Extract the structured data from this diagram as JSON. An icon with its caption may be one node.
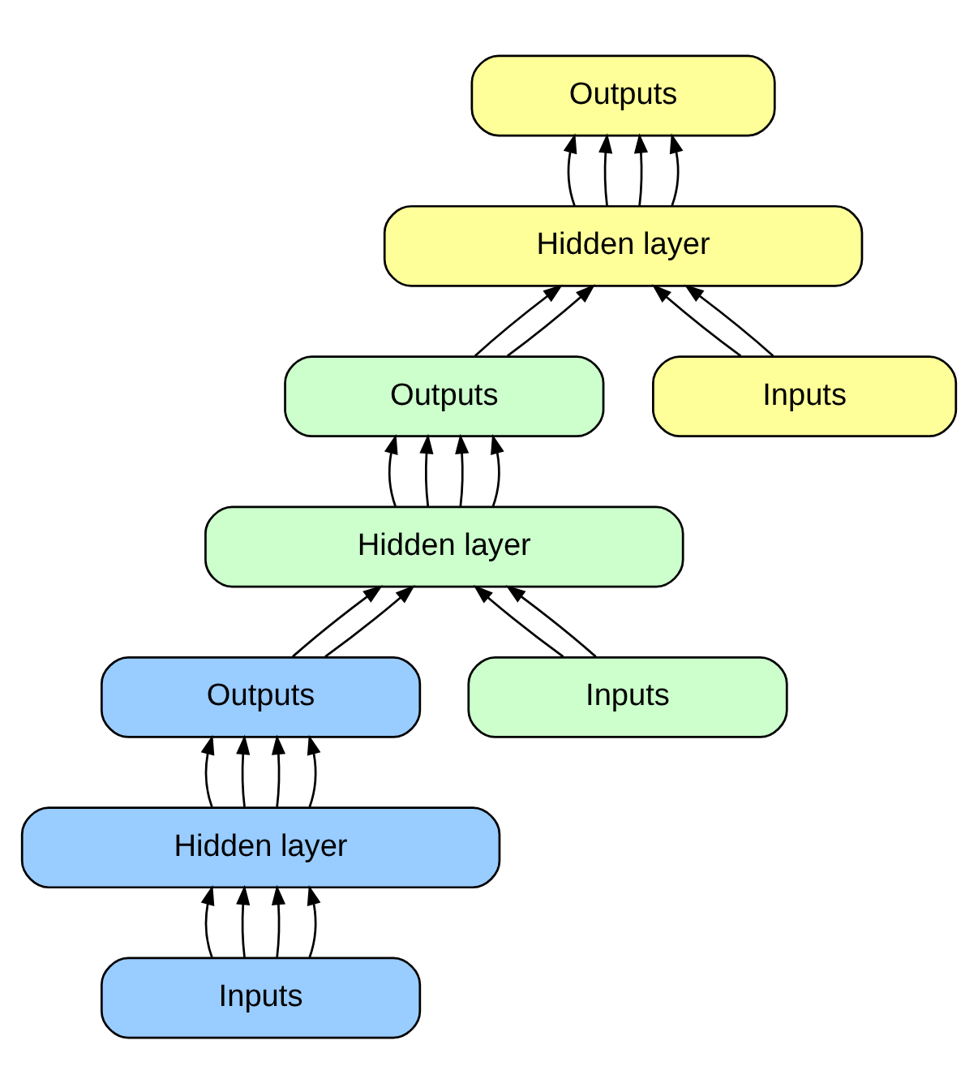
{
  "diagram": {
    "nodes": [
      {
        "text": [
          "Outputs"
        ]
      },
      {
        "text": [
          "Hidden layer"
        ]
      },
      {
        "text": [
          "Outputs"
        ]
      },
      {
        "text": [
          "Inputs"
        ]
      },
      {
        "text": [
          "Hidden layer"
        ]
      },
      {
        "text": [
          "Outputs"
        ]
      },
      {
        "text": [
          "Inputs"
        ]
      },
      {
        "text": [
          "Hidden layer"
        ]
      },
      {
        "text": [
          "Inputs"
        ]
      }
    ],
    "edges": [
      {
        "from": 8,
        "to": 7,
        "arrow": "to"
      },
      {
        "from": 8,
        "to": 7,
        "arrow": "to"
      },
      {
        "from": 8,
        "to": 7,
        "arrow": "to"
      },
      {
        "from": 8,
        "to": 7,
        "arrow": "to"
      },
      {
        "from": 7,
        "to": 5,
        "arrow": "to"
      },
      {
        "from": 7,
        "to": 5,
        "arrow": "to"
      },
      {
        "from": 7,
        "to": 5,
        "arrow": "to"
      },
      {
        "from": 7,
        "to": 5,
        "arrow": "to"
      },
      {
        "from": 5,
        "to": 4,
        "arrow": "to"
      },
      {
        "from": 5,
        "to": 4,
        "arrow": "to"
      },
      {
        "from": 6,
        "to": 4,
        "arrow": "to"
      },
      {
        "from": 6,
        "to": 4,
        "arrow": "to"
      },
      {
        "from": 4,
        "to": 2,
        "arrow": "to"
      },
      {
        "from": 4,
        "to": 2,
        "arrow": "to"
      },
      {
        "from": 4,
        "to": 2,
        "arrow": "to"
      },
      {
        "from": 4,
        "to": 2,
        "arrow": "to"
      },
      {
        "from": 2,
        "to": 1,
        "arrow": "to"
      },
      {
        "from": 2,
        "to": 1,
        "arrow": "to"
      },
      {
        "from": 3,
        "to": 1,
        "arrow": "to"
      },
      {
        "from": 3,
        "to": 1,
        "arrow": "to"
      },
      {
        "from": 1,
        "to": 0,
        "arrow": "to"
      },
      {
        "from": 1,
        "to": 0,
        "arrow": "to"
      },
      {
        "from": 1,
        "to": 0,
        "arrow": "to"
      },
      {
        "from": 1,
        "to": 0,
        "arrow": "to"
      }
    ]
  }
}
